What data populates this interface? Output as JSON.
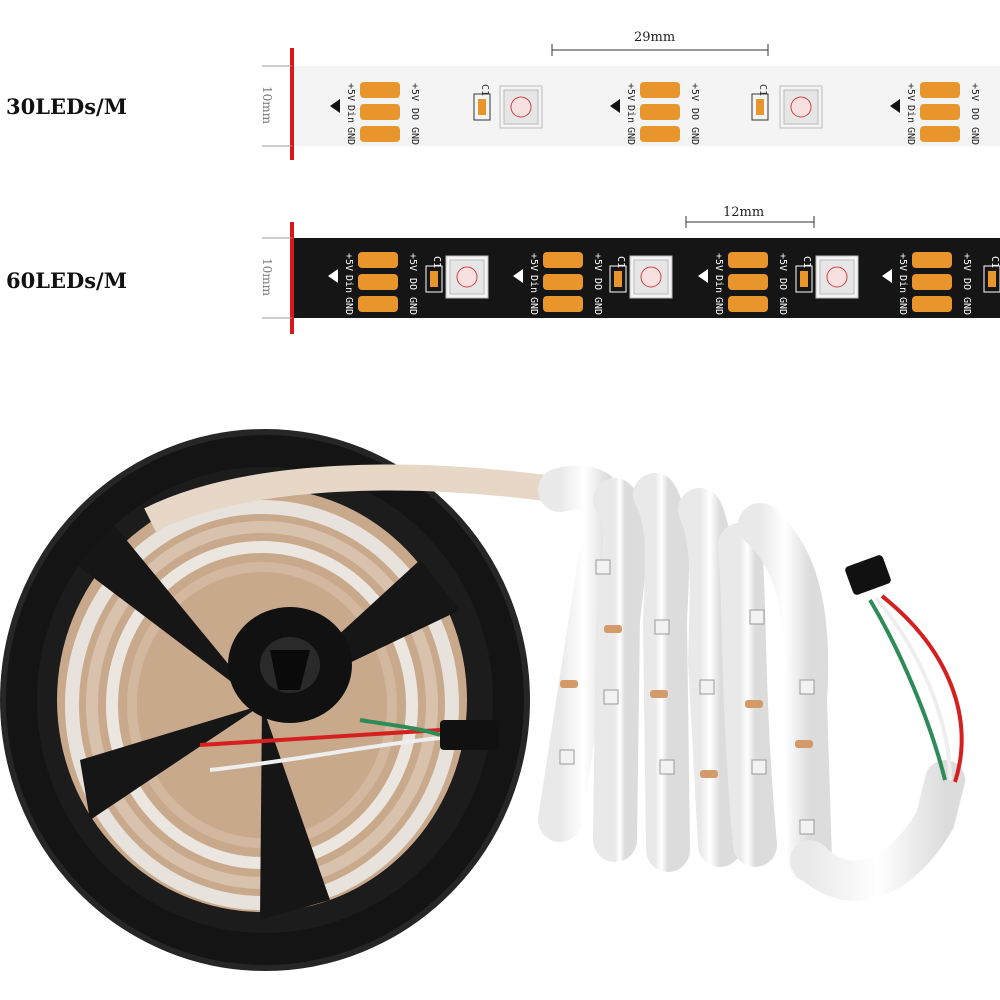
{
  "strip30": {
    "label": "30LEDs/M",
    "width_dim": "29mm",
    "height_dim": "10mm"
  },
  "strip60": {
    "label": "60LEDs/M",
    "width_dim": "12mm",
    "height_dim": "10mm"
  },
  "pad_labels": {
    "left": [
      "+5V",
      "Din",
      "GND"
    ],
    "right": [
      "+5V",
      "DO",
      "GND"
    ],
    "cap": "C1"
  },
  "colors": {
    "strip30_bg": "#f4f4f4",
    "strip60_bg": "#151515",
    "pad": "#e8952c",
    "marker": "#d7191c",
    "reel": "#161616"
  }
}
